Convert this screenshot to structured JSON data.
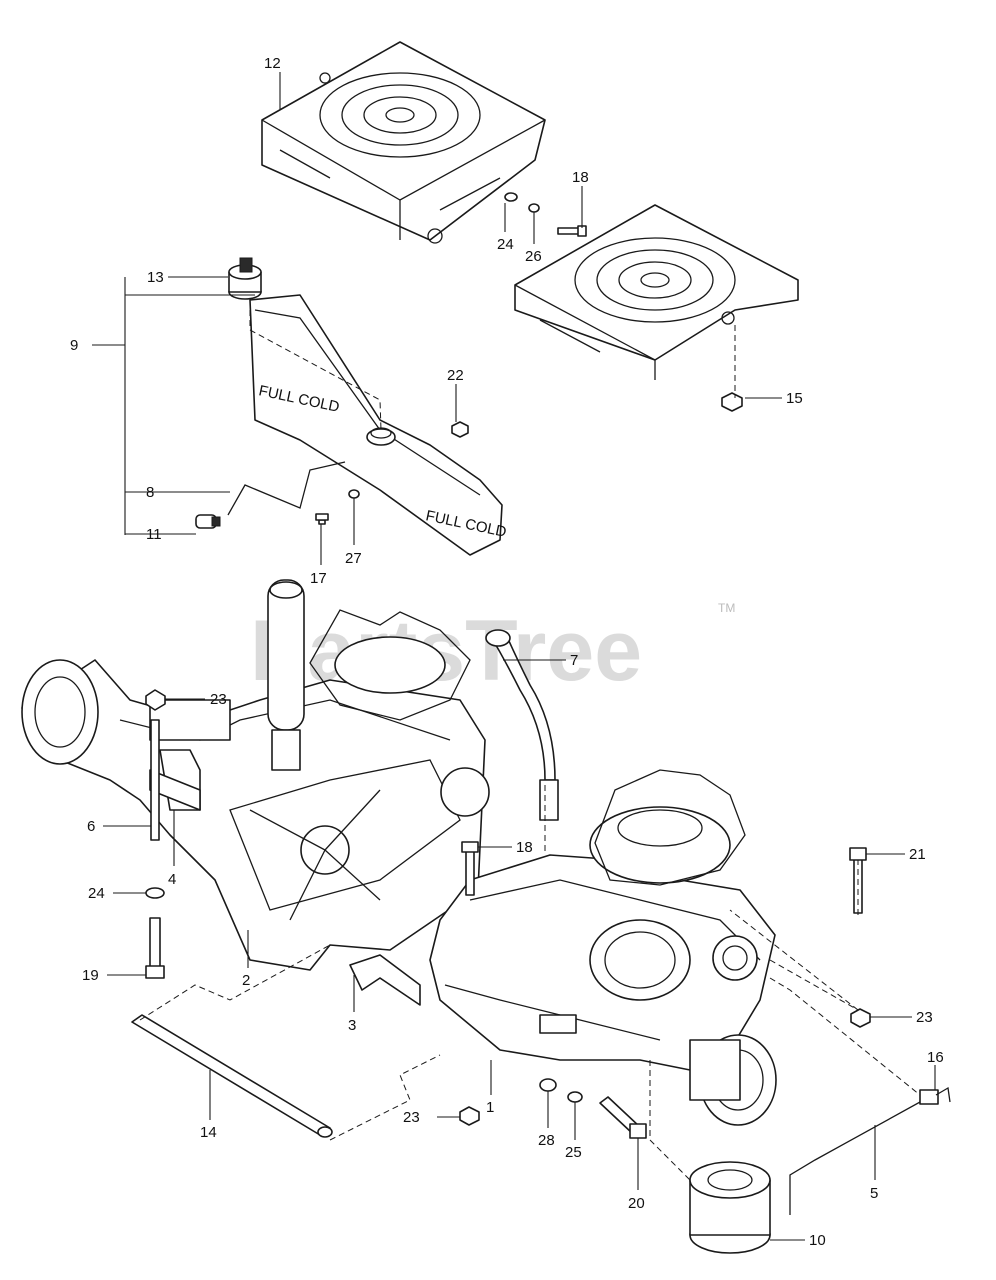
{
  "watermark": {
    "text": "PartsTree",
    "trademark": "TM"
  },
  "callouts": {
    "c1": "1",
    "c2": "2",
    "c3": "3",
    "c4": "4",
    "c5": "5",
    "c6": "6",
    "c7": "7",
    "c8": "8",
    "c9": "9",
    "c10": "10",
    "c11": "11",
    "c12": "12",
    "c13": "13",
    "c14": "14",
    "c15": "15",
    "c16": "16",
    "c17": "17",
    "c18a": "18",
    "c18b": "18",
    "c19": "19",
    "c20": "20",
    "c21": "21",
    "c22": "22",
    "c23a": "23",
    "c23b": "23",
    "c23c": "23",
    "c24a": "24",
    "c24b": "24",
    "c25": "25",
    "c26": "26",
    "c27": "27",
    "c28": "28"
  },
  "tank_label": "FULL COLD"
}
